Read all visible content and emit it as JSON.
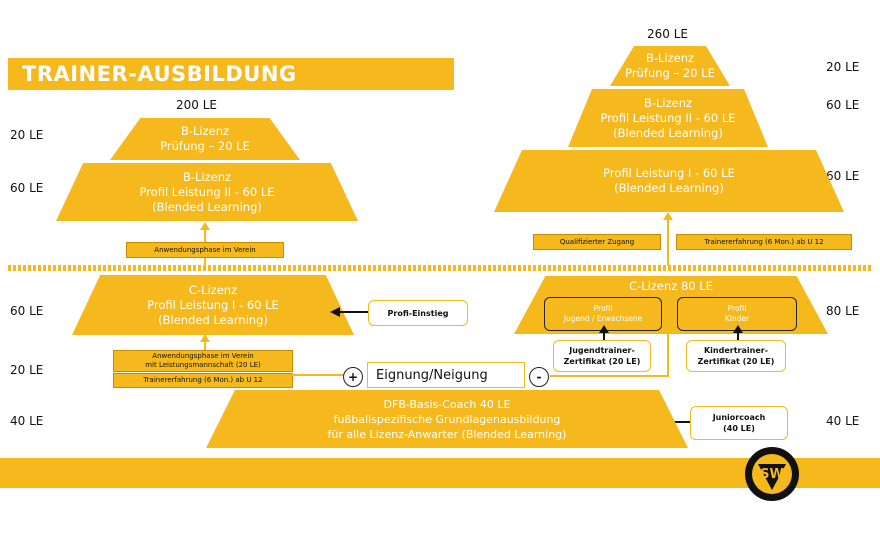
{
  "title": "TRAINER-AUSBILDUNG",
  "left": {
    "total": "200  LE",
    "row_labels": [
      "20 LE",
      "60 LE",
      "60 LE",
      "20 LE",
      "40 LE"
    ],
    "b_pruefung": [
      "B-Lizenz",
      "Prüfung – 20 LE"
    ],
    "b_profil2": [
      "B-Lizenz",
      "Profil Leistung II - 60 LE",
      "(Blended Learning)"
    ],
    "anwendung": "Anwendungsphase im Verein",
    "c_lizenz": [
      "C-Lizenz",
      "Profil Leistung I - 60 LE",
      "(Blended Learning)"
    ],
    "profi_einstieg": "Profi-Einstieg",
    "anwendung2": [
      "Anwendungsphase im Verein",
      "mit Leistungsmannschaft (20 LE)"
    ],
    "trainererfahrung": "Trainererfahrung  (6 Mon.) ab U 12"
  },
  "right": {
    "total": "260  LE",
    "row_labels": [
      "20 LE",
      "60 LE",
      "60 LE",
      "80 LE",
      "40 LE"
    ],
    "b_pruefung": [
      "B-Lizenz",
      "Prüfung – 20 LE"
    ],
    "b_profil2": [
      "B-Lizenz",
      "Profil Leistung II - 60 LE",
      "(Blended Learning)"
    ],
    "profil1": [
      "Profil Leistung I - 60 LE",
      "(Blended Learning)"
    ],
    "qualifiziert": "Qualifizierter Zugang",
    "trainererfahrung": "Trainererfahrung  (6 Mon.) ab U 12",
    "c_lizenz": "C-Lizenz 80 LE",
    "profil_jugend": [
      "Profil",
      "Jugend / Erwachsene"
    ],
    "profil_kinder": [
      "Profil",
      "Kinder"
    ],
    "jugendtrainer": [
      "Jugendtrainer-",
      "Zertifikat (20 LE)"
    ],
    "kindertrainer": [
      "Kindertrainer-",
      "Zertifikat (20 LE)"
    ],
    "juniorcoach": [
      "Juniorcoach",
      "(40 LE)"
    ]
  },
  "center": {
    "plus": "+",
    "minus": "-",
    "eignung": "Eignung/Neigung"
  },
  "basis": [
    "DFB-Basis-Coach 40 LE",
    "fußballspezifische Grundlagenausbildung",
    "für alle Lizenz-Anwarter (Blended Learning)"
  ],
  "logo_letters": "SWFV",
  "colors": {
    "accent": "#f5b91e",
    "dark": "#222222"
  }
}
